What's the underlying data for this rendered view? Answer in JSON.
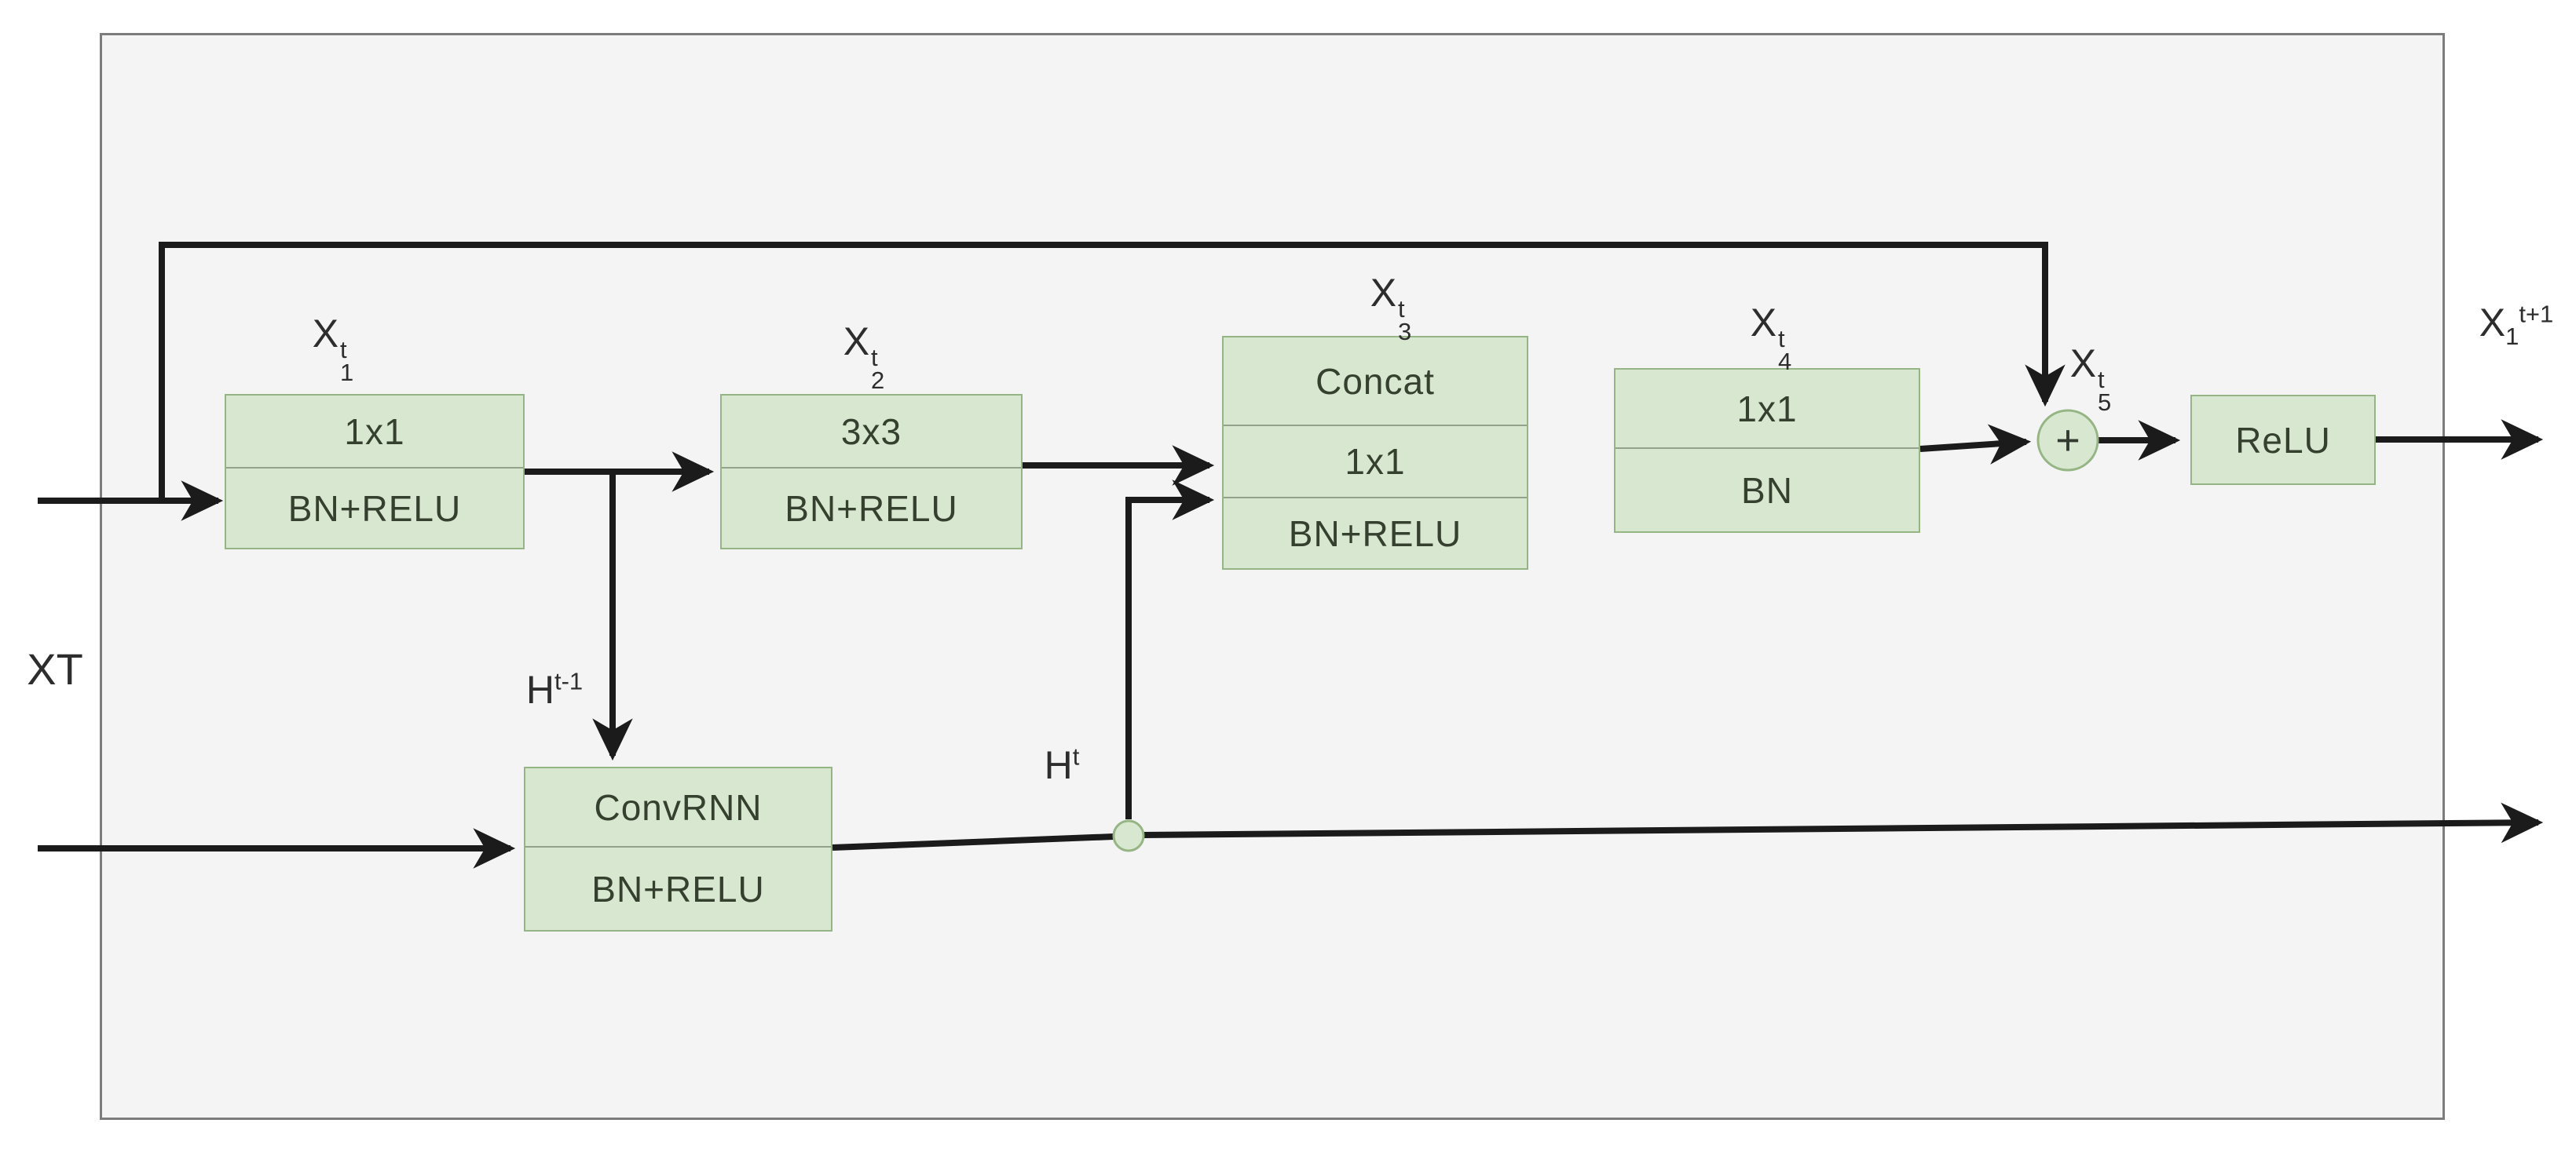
{
  "diagram": {
    "colors": {
      "page_background": "#ffffff",
      "frame_fill": "#f5f4f5",
      "frame_stroke": "#7c7c7c",
      "block_fill": "#d8e7d0",
      "block_stroke": "#96b585",
      "divider": "#94a18c",
      "wire": "#1b1b1b",
      "text": "#2d2d2d"
    },
    "input_label": "XT",
    "plus_symbol": "+",
    "node_labels": {
      "x1": {
        "base": "X",
        "sup": "t",
        "sub": "1"
      },
      "x2": {
        "base": "X",
        "sup": "t",
        "sub": "2"
      },
      "x3": {
        "base": "X",
        "sup": "t",
        "sub": "3"
      },
      "x4": {
        "base": "X",
        "sup": "t",
        "sub": "4"
      },
      "x5": {
        "base": "X",
        "sup": "t",
        "sub": "5"
      },
      "h_prev": {
        "base": "H",
        "sup": "t-1"
      },
      "h_cur": {
        "base": "H",
        "sup": "t"
      },
      "output": {
        "base": "X",
        "sub": "1",
        "sup": "t+1"
      }
    },
    "boxes": {
      "x1": {
        "cells": [
          "1x1",
          "BN+RELU"
        ]
      },
      "x2": {
        "cells": [
          "3x3",
          "BN+RELU"
        ]
      },
      "x3": {
        "cells": [
          "Concat",
          "1x1",
          "BN+RELU"
        ]
      },
      "x4": {
        "cells": [
          "1x1",
          "BN"
        ]
      },
      "convrnn": {
        "cells": [
          "ConvRNN",
          "BN+RELU"
        ]
      },
      "relu": {
        "cells": [
          "ReLU"
        ]
      }
    }
  }
}
